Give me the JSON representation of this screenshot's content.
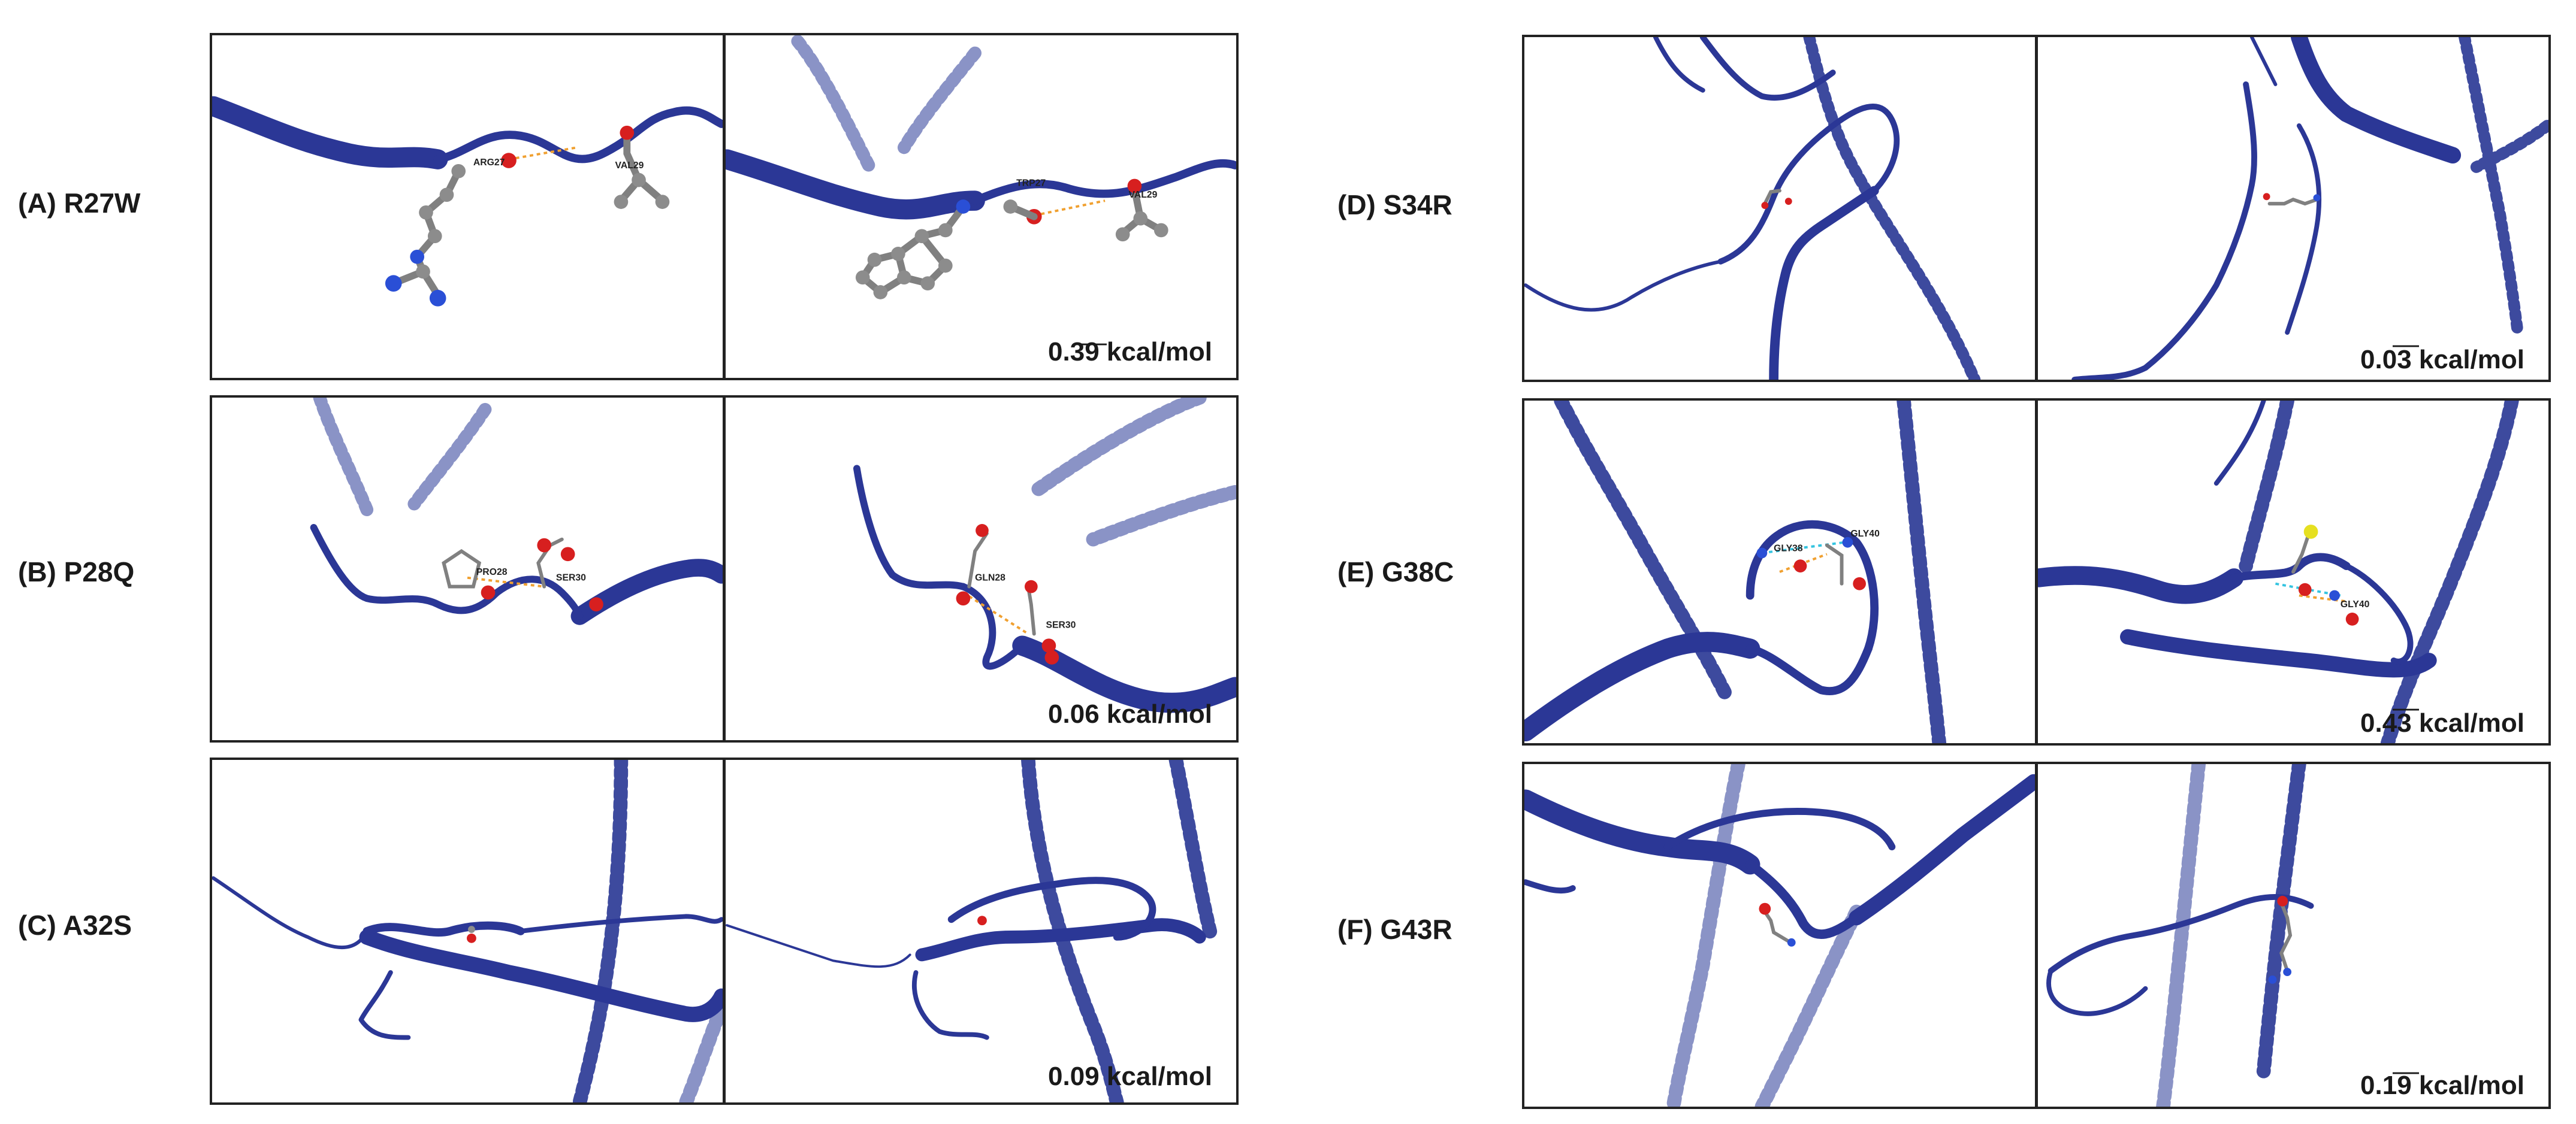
{
  "rows": [
    {
      "id": "A",
      "label": "(A) R27W",
      "energy": "0.39 kcal/mol",
      "energy_dash": true,
      "wt_labels": [
        "ARG27",
        "VAL29"
      ],
      "mut_labels": [
        "TRP27",
        "VAL29"
      ]
    },
    {
      "id": "B",
      "label": "(B) P28Q",
      "energy": "0.06 kcal/mol",
      "energy_dash": false,
      "wt_labels": [
        "PRO28",
        "SER30"
      ],
      "mut_labels": [
        "GLN28",
        "SER30"
      ]
    },
    {
      "id": "C",
      "label": "(C) A32S",
      "energy": "0.09 kcal/mol",
      "energy_dash": false,
      "wt_labels": [],
      "mut_labels": []
    },
    {
      "id": "D",
      "label": "(D) S34R",
      "energy": "0.03 kcal/mol",
      "energy_dash": true,
      "wt_labels": [],
      "mut_labels": []
    },
    {
      "id": "E",
      "label": "(E) G38C",
      "energy": "0.43 kcal/mol",
      "energy_dash": true,
      "wt_labels": [
        "GLY38",
        "GLY40"
      ],
      "mut_labels": [
        "GLY40"
      ]
    },
    {
      "id": "F",
      "label": "(F) G43R",
      "energy": "0.19 kcal/mol",
      "energy_dash": true,
      "wt_labels": [],
      "mut_labels": []
    }
  ],
  "colors": {
    "ribbon": "#2b3796",
    "carbon": "#8c8c8c",
    "oxygen": "#d71f1f",
    "nitrogen": "#2a4fd6",
    "sulfur": "#e6e020",
    "hbond": "#f0a030",
    "hbond_alt": "#35c4e0"
  },
  "icons": {
    "structure_render": "protein-ribbon-icon"
  }
}
